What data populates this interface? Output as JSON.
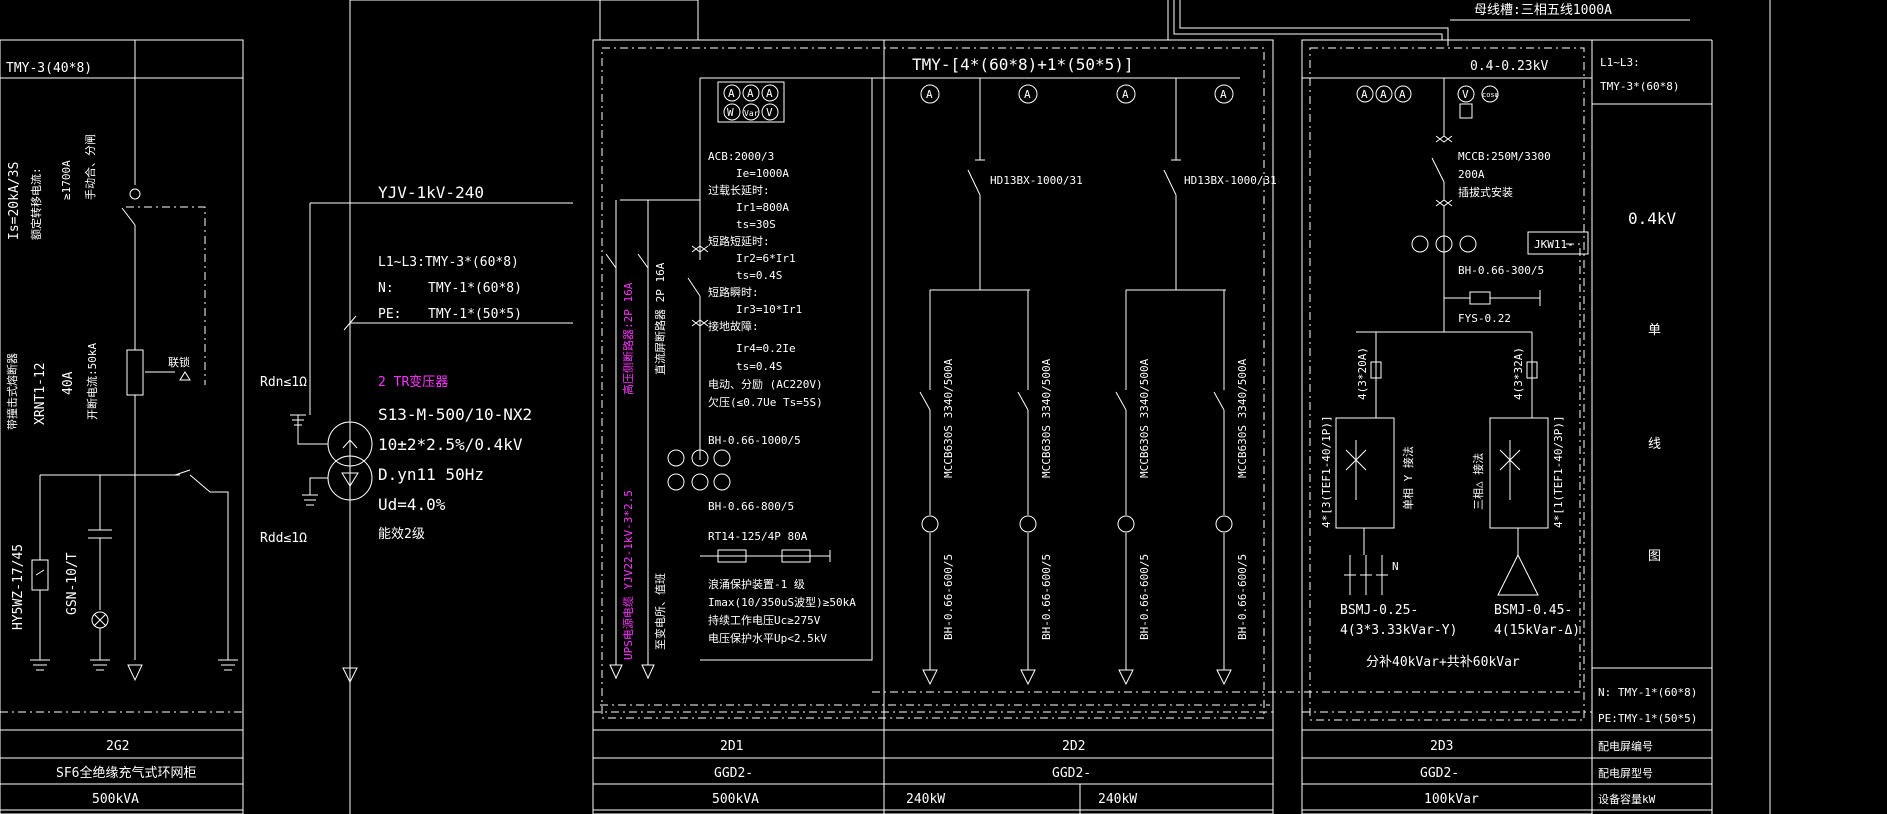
{
  "top": {
    "busway": "母线槽:三相五线1000A"
  },
  "panel_2g2": {
    "bus": "TMY-3(40*8)",
    "rating_lines": [
      "Is=20kA/3S",
      "额定转移电流:",
      "≥1700A",
      "手动合、分闸"
    ],
    "fuse_lines": [
      "带撞击式熔断器",
      "XRNT1-12",
      "40A",
      "开断电流:50kA"
    ],
    "lock": "联锁",
    "arrester": "HY5WZ-17/45",
    "indicator": "GSN-10/T"
  },
  "transformer": {
    "cable": "YJV-1kV-240",
    "bus_l": "L1~L3:TMY-3*(60*8)",
    "bus_n_label": "N:",
    "bus_n": "TMY-1*(60*8)",
    "bus_pe_label": "PE:",
    "bus_pe": "TMY-1*(50*5)",
    "name": "2 TR变压器",
    "model": "S13-M-500/10-NX2",
    "ratio": "10±2*2.5%/0.4kV",
    "group": "D.yn11 50Hz",
    "ud": "Ud=4.0%",
    "eff": "能效2级",
    "rdn": "Rdn≤1Ω",
    "rdd": "Rdd≤1Ω"
  },
  "panel_2d1": {
    "meters_top": [
      "A",
      "A",
      "A"
    ],
    "meters_bottom": [
      "W",
      "Var",
      "V"
    ],
    "acb_lines": [
      "ACB:2000/3",
      "Ie=1000A",
      "过载长延时:",
      "Ir1=800A",
      "ts=30S",
      "短路短延时:",
      "Ir2=6*Ir1",
      "ts=0.4S",
      "短路瞬时:",
      "Ir3=10*Ir1",
      "接地故障:",
      "Ir4=0.2Ie",
      "ts=0.4S",
      "电动、分励 (AC220V)",
      "欠压(≤0.7Ue Ts=5S)"
    ],
    "ct1": "BH-0.66-1000/5",
    "ct2": "BH-0.66-800/5",
    "fuse": "RT14-125/4P 80A",
    "spd_lines": [
      "浪涌保护装置-1 级",
      "Imax(10/350uS波型)≥50kA",
      "持续工作电压Uc≥275V",
      "电压保护水平Up<2.5kV"
    ],
    "mcb1": "高压侧断路器:2P 16A",
    "mcb2": "直流屏断路器 2P 16A",
    "cable_v1": "UPS电源电缆 YJV22-1kV-3*2.5",
    "cable_v2": "至变电所、值班"
  },
  "panel_2d2": {
    "bus": "TMY-[4*(60*8)+1*(50*5)]",
    "meters": [
      "A",
      "A",
      "A",
      "A"
    ],
    "sw1": "HD13BX-1000/31",
    "sw2": "HD13BX-1000/31",
    "mccb": "MCCB630S 3340/500A",
    "ct": "BH-0.66-600/5"
  },
  "panel_2d3": {
    "voltage": "0.4-0.23kV",
    "meters": [
      "A",
      "A",
      "A"
    ],
    "meter_v": "V",
    "meter_cos": "cosφ",
    "mccb_lines": [
      "MCCB:250M/3300",
      "200A",
      "插拔式安装"
    ],
    "ct": "BH-0.66-300/5",
    "ctrl": "JKW11-",
    "arrester": "FYS-0.22",
    "fuse1": "4(3*20A)",
    "fuse2": "4(3*32A)",
    "tef1": "4*[3(TEF1-40/1P)]",
    "tef2": "4*[1(TEF1-40/3P)]",
    "tef_note1": "单相 Y 接法",
    "tef_note2": "三相△ 接法",
    "cap1_lines": [
      "BSMJ-0.25-",
      "4(3*3.33kVar-Y)"
    ],
    "cap2_lines": [
      "BSMJ-0.45-",
      "4(15kVar-Δ)"
    ],
    "summary": "分补40kVar+共补60kVar"
  },
  "legend": {
    "l1": "L1~L3:",
    "l1b": "TMY-3*(60*8)",
    "voltage": "0.4kV",
    "vertical": [
      "单",
      "线",
      "图"
    ],
    "n": "N: TMY-1*(60*8)",
    "pe": "PE:TMY-1*(50*5)"
  },
  "table": {
    "row1": [
      "2G2",
      "2D1",
      "2D2",
      "2D3"
    ],
    "row1_label": "配电屏编号",
    "row2": [
      "SF6全绝缘充气式环网柜",
      "GGD2-",
      "GGD2-",
      "GGD2-"
    ],
    "row2_label": "配电屏型号",
    "row3": [
      "500kVA",
      "500kVA",
      "240kW",
      "240kW",
      "100kVar"
    ],
    "row3_label": "设备容量kW"
  },
  "colors": {
    "background": "#000000",
    "line": "#ffffff",
    "magenta": "#ff33ff"
  }
}
